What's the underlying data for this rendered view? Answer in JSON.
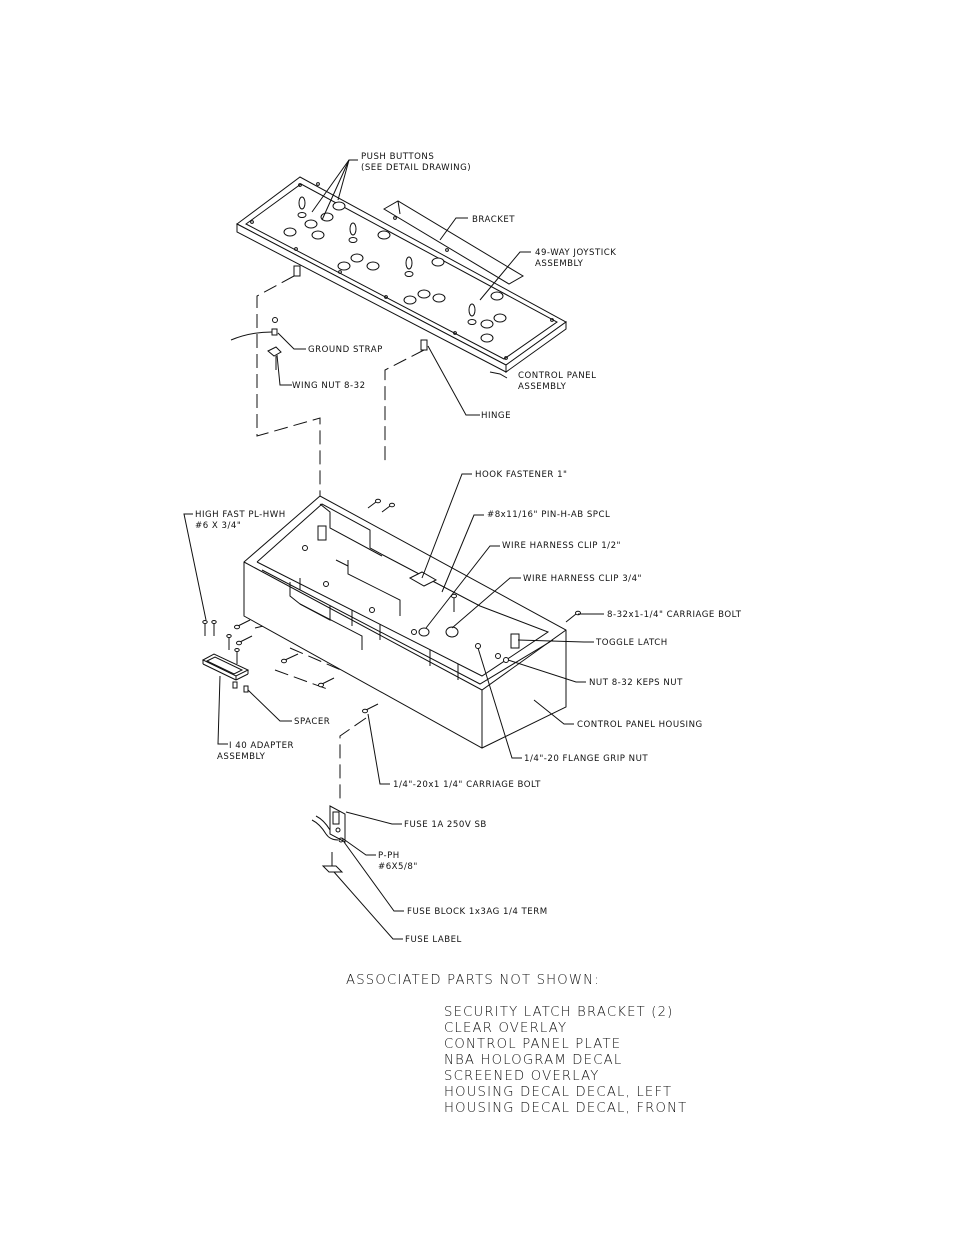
{
  "callouts": {
    "push_buttons": [
      "PUSH BUTTONS",
      "(SEE DETAIL DRAWING)"
    ],
    "bracket": [
      "BRACKET"
    ],
    "joystick": [
      "49-WAY JOYSTICK",
      "ASSEMBLY"
    ],
    "ground_strap": [
      "GROUND STRAP"
    ],
    "wing_nut": [
      "WING NUT 8-32"
    ],
    "control_panel_assembly": [
      "CONTROL PANEL",
      "ASSEMBLY"
    ],
    "hinge": [
      "HINGE"
    ],
    "hook_fastener": [
      "HOOK FASTENER 1\""
    ],
    "pin": [
      "#8x11/16\" PIN-H-AB SPCL"
    ],
    "clip_half": [
      "WIRE HARNESS CLIP 1/2\""
    ],
    "clip_three_quarter": [
      "WIRE HARNESS CLIP 3/4\""
    ],
    "carriage_bolt_8_32": [
      "8-32x1-1/4\" CARRIAGE BOLT"
    ],
    "toggle_latch": [
      "TOGGLE LATCH"
    ],
    "high_fast": [
      "HIGH FAST PL-HWH",
      "#6 X 3/4\""
    ],
    "keps_nut": [
      "NUT 8-32 KEPS NUT"
    ],
    "housing": [
      "CONTROL PANEL HOUSING"
    ],
    "spacer": [
      "SPACER"
    ],
    "flange_nut": [
      "1/4\"-20 FLANGE GRIP NUT"
    ],
    "adapter": [
      "I 40 ADAPTER",
      "ASSEMBLY"
    ],
    "carriage_bolt_quarter": [
      "1/4\"-20x1 1/4\" CARRIAGE BOLT"
    ],
    "fuse": [
      "FUSE 1A 250V SB"
    ],
    "pph": [
      "P-PH",
      "#6X5/8\""
    ],
    "fuse_block": [
      "FUSE BLOCK 1x3AG 1/4 TERM"
    ],
    "fuse_label": [
      "FUSE LABEL"
    ]
  },
  "associated": {
    "heading": "ASSOCIATED PARTS NOT SHOWN:",
    "items": [
      "SECURITY LATCH BRACKET (2)",
      "CLEAR OVERLAY",
      "CONTROL PANEL PLATE",
      "NBA HOLOGRAM DECAL",
      "SCREENED OVERLAY",
      "HOUSING DECAL DECAL, LEFT",
      "HOUSING DECAL DECAL, FRONT"
    ]
  }
}
